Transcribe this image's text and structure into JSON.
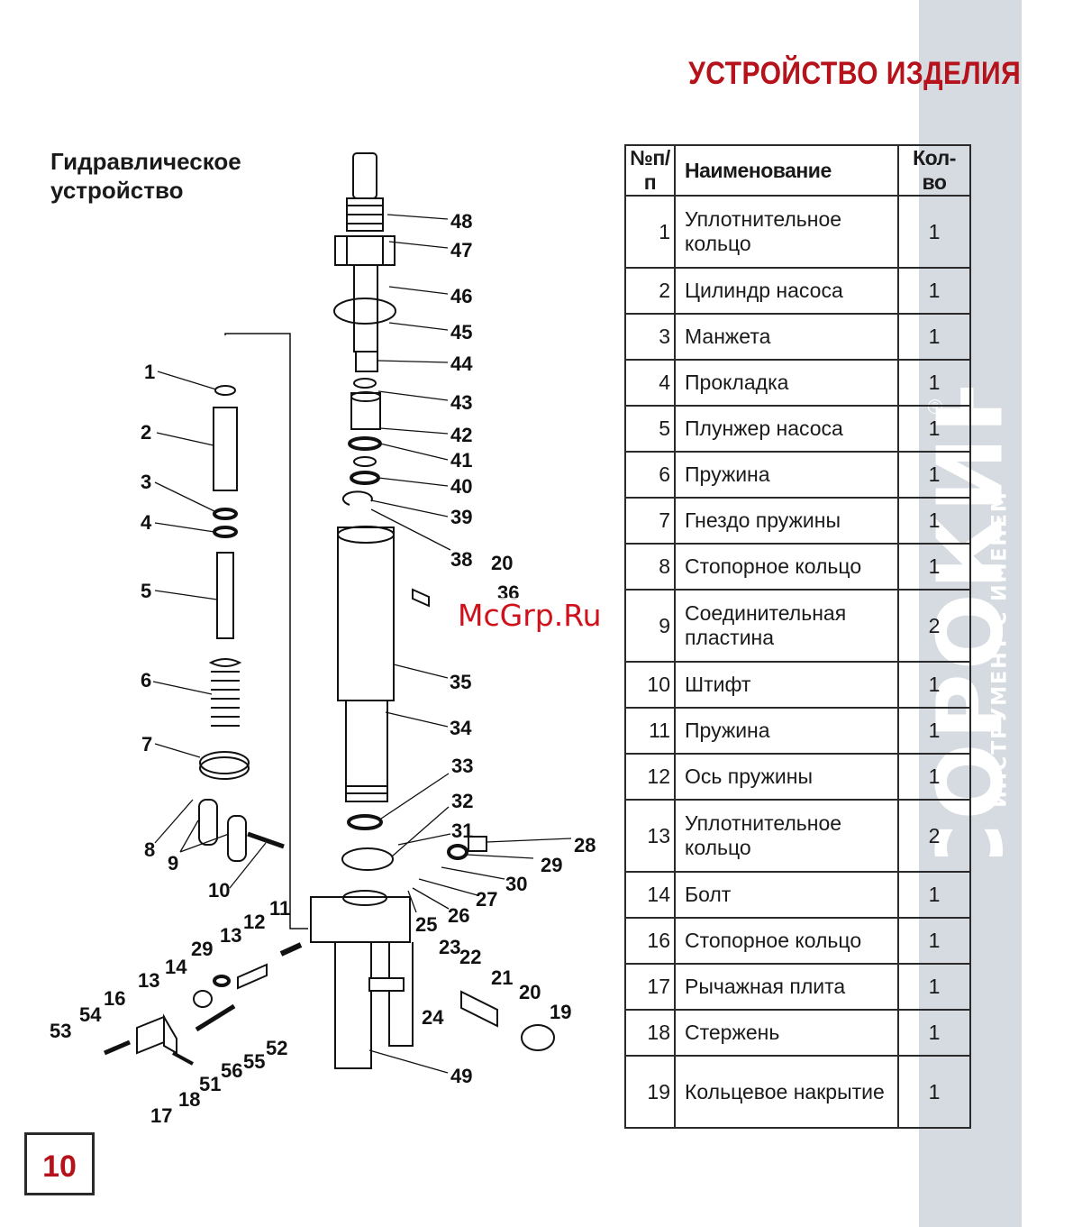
{
  "header": {
    "title": "УСТРОЙСТВО ИЗДЕЛИЯ"
  },
  "section": {
    "title_line1": "Гидравлическое",
    "title_line2": "устройство"
  },
  "brand": {
    "name": "СОРОКИН",
    "tagline": "ИНСТРУМЕНТ С ИМЕНЕМ",
    "registered": "®",
    "color": "#d5dbe0"
  },
  "watermark": {
    "text": "McGrp.Ru",
    "color": "#d0101a"
  },
  "accent_color": "#b5121b",
  "page_number": "10",
  "table": {
    "headers": {
      "num": "№п/п",
      "name": "Наименование",
      "qty": "Кол-во"
    },
    "rows": [
      {
        "num": "1",
        "name": "Уплотнительное кольцо",
        "qty": "1"
      },
      {
        "num": "2",
        "name": "Цилиндр насоса",
        "qty": "1"
      },
      {
        "num": "3",
        "name": "Манжета",
        "qty": "1"
      },
      {
        "num": "4",
        "name": "Прокладка",
        "qty": "1"
      },
      {
        "num": "5",
        "name": "Плунжер насоса",
        "qty": "1"
      },
      {
        "num": "6",
        "name": "Пружина",
        "qty": "1"
      },
      {
        "num": "7",
        "name": "Гнездо пружины",
        "qty": "1"
      },
      {
        "num": "8",
        "name": "Стопорное кольцо",
        "qty": "1"
      },
      {
        "num": "9",
        "name": "Соединительная пластина",
        "qty": "2"
      },
      {
        "num": "10",
        "name": "Штифт",
        "qty": "1"
      },
      {
        "num": "11",
        "name": "Пружина",
        "qty": "1"
      },
      {
        "num": "12",
        "name": "Ось пружины",
        "qty": "1"
      },
      {
        "num": "13",
        "name": "Уплотнительное кольцо",
        "qty": "2"
      },
      {
        "num": "14",
        "name": "Болт",
        "qty": "1"
      },
      {
        "num": "16",
        "name": "Стопорное кольцо",
        "qty": "1"
      },
      {
        "num": "17",
        "name": "Рычажная плита",
        "qty": "1"
      },
      {
        "num": "18",
        "name": "Стержень",
        "qty": "1"
      },
      {
        "num": "19",
        "name": "Кольцевое накрытие",
        "qty": "1"
      }
    ]
  },
  "diagram": {
    "callouts": [
      "1",
      "2",
      "3",
      "4",
      "5",
      "6",
      "7",
      "8",
      "9",
      "10",
      "11",
      "12",
      "13",
      "13",
      "14",
      "16",
      "17",
      "18",
      "19",
      "20",
      "20",
      "21",
      "22",
      "23",
      "24",
      "25",
      "26",
      "27",
      "28",
      "29",
      "29",
      "30",
      "31",
      "32",
      "33",
      "34",
      "35",
      "36",
      "38",
      "39",
      "40",
      "41",
      "42",
      "43",
      "44",
      "45",
      "46",
      "47",
      "48",
      "49",
      "51",
      "52",
      "53",
      "54",
      "55",
      "56"
    ]
  }
}
